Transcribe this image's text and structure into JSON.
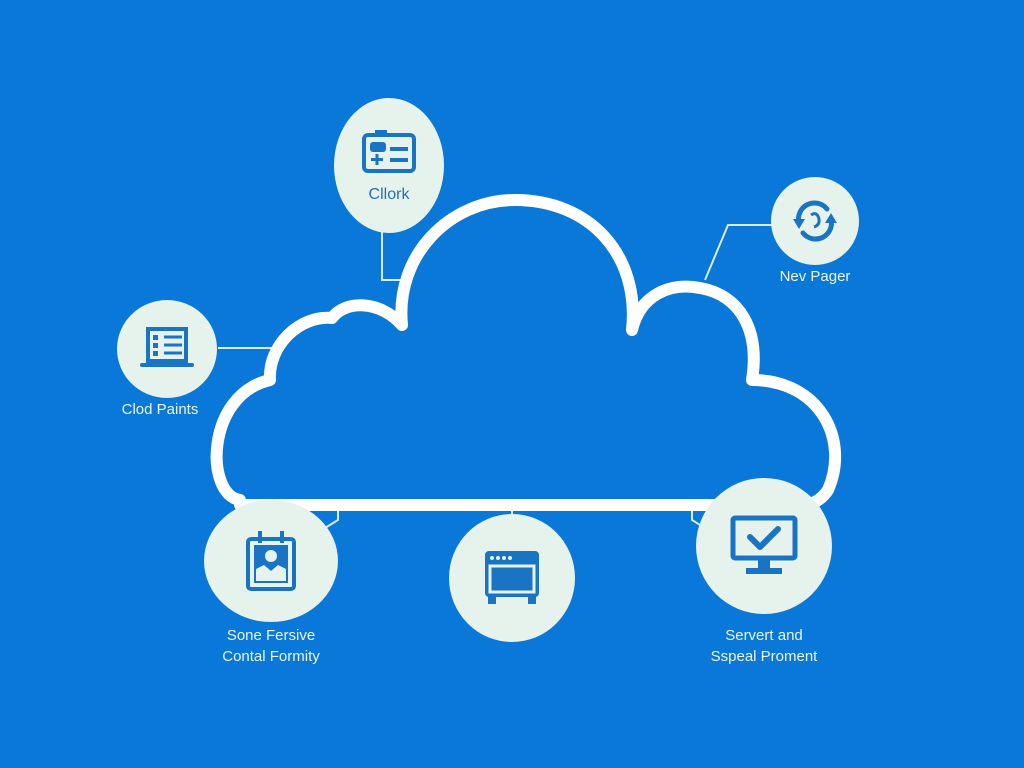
{
  "diagram": {
    "center": {
      "shape": "cloud",
      "stroke_color": "#ffffff"
    },
    "colors": {
      "background": "#0a78d8",
      "node_fill": "#e6f2ec",
      "icon": "#1a74c4",
      "label": "#eaf4f0",
      "connector": "#d8ecf0"
    },
    "nodes": [
      {
        "id": "top",
        "icon": "id-card-icon",
        "label": "Cllork"
      },
      {
        "id": "top-right",
        "icon": "sync-icon",
        "label": "Nev Pager"
      },
      {
        "id": "left",
        "icon": "laptop-list-icon",
        "label": "Clod Paints"
      },
      {
        "id": "bottom-left",
        "icon": "calendar-image-icon",
        "label_line1": "Sone Fersive",
        "label_line2": "Contal Formity"
      },
      {
        "id": "bottom-center",
        "icon": "server-window-icon",
        "label": ""
      },
      {
        "id": "bottom-right",
        "icon": "monitor-check-icon",
        "label_line1": "Servert and",
        "label_line2": "Sspeal Proment"
      }
    ]
  }
}
